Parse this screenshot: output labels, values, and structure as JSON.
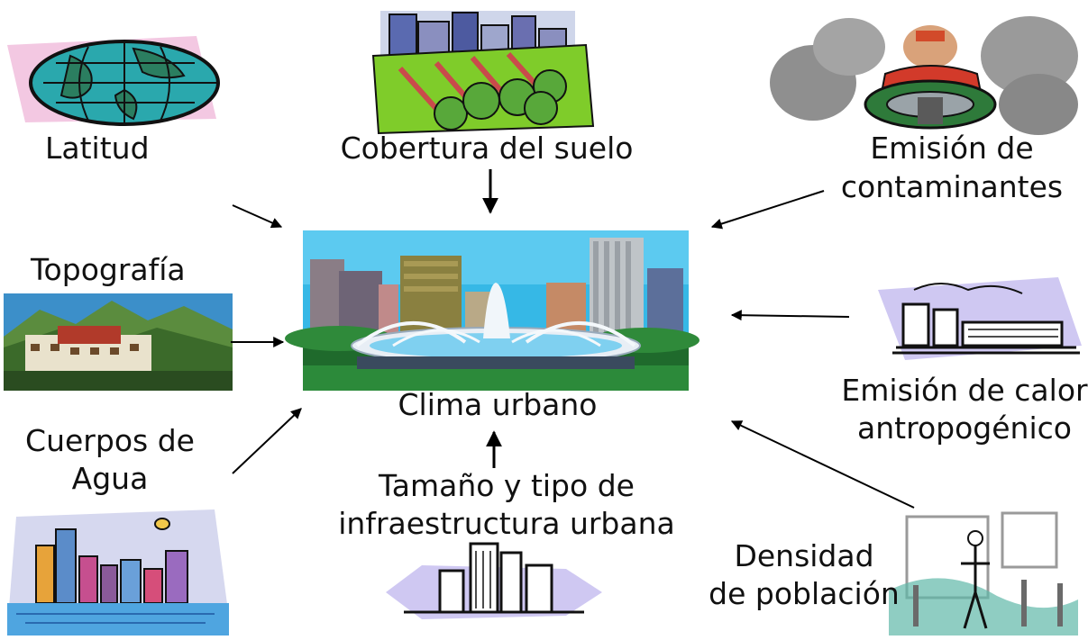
{
  "center": {
    "label": "Clima urbano"
  },
  "factors": {
    "latitud": "Latitud",
    "cobertura": "Cobertura del suelo",
    "emision_contaminantes": [
      "Emisión de",
      "contaminantes"
    ],
    "topografia": "Topografía",
    "emision_calor": [
      "Emisión de calor",
      "antropogénico"
    ],
    "cuerpos_agua": [
      "Cuerpos de",
      "Agua"
    ],
    "tamano": [
      "Tamaño y tipo de",
      "infraestructura urbana"
    ],
    "densidad": [
      "Densidad",
      "de población"
    ]
  },
  "colors": {
    "arrow": "#000000",
    "text": "#111111"
  },
  "icons": {
    "latitud": "globe-clipart",
    "cobertura": "city-and-trees-clipart",
    "emision_contaminantes": "driver-in-smog-clipart",
    "topografia": "mountain-palace-clipart",
    "center": "city-fountain-clipart",
    "emision_calor": "power-plant-clipart",
    "cuerpos_agua": "waterfront-skyline-clipart",
    "tamano": "city-buildings-clipart",
    "densidad": "pedestrians-clipart"
  }
}
